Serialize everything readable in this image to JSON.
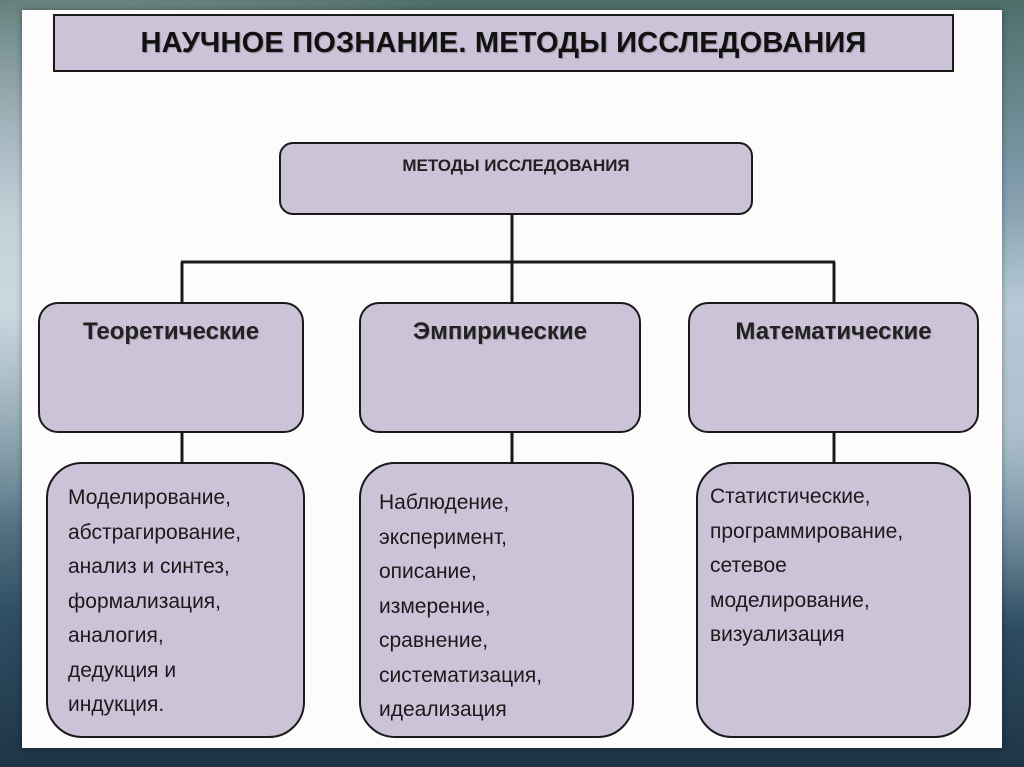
{
  "slide": {
    "title": "НАУЧНОЕ ПОЗНАНИЕ. МЕТОДЫ ИССЛЕДОВАНИЯ"
  },
  "diagram": {
    "root": "МЕТОДЫ ИССЛЕДОВАНИЯ",
    "categories": [
      {
        "label": "Теоретические",
        "items": [
          "Моделирование,",
          "абстрагирование,",
          "анализ и синтез,",
          "формализация,",
          "аналогия,",
          "дедукция и",
          "индукция."
        ]
      },
      {
        "label": "Эмпирические",
        "items": [
          "Наблюдение,",
          "эксперимент,",
          "описание,",
          "измерение,",
          "сравнение,",
          "систематизация,",
          "идеализация"
        ]
      },
      {
        "label": "Математические",
        "items": [
          "Статистические,",
          "программирование,",
          "сетевое",
          "моделирование,",
          "визуализация"
        ]
      }
    ]
  },
  "colors": {
    "box_fill": "#cdc3d9",
    "border": "#1a1a1a"
  }
}
